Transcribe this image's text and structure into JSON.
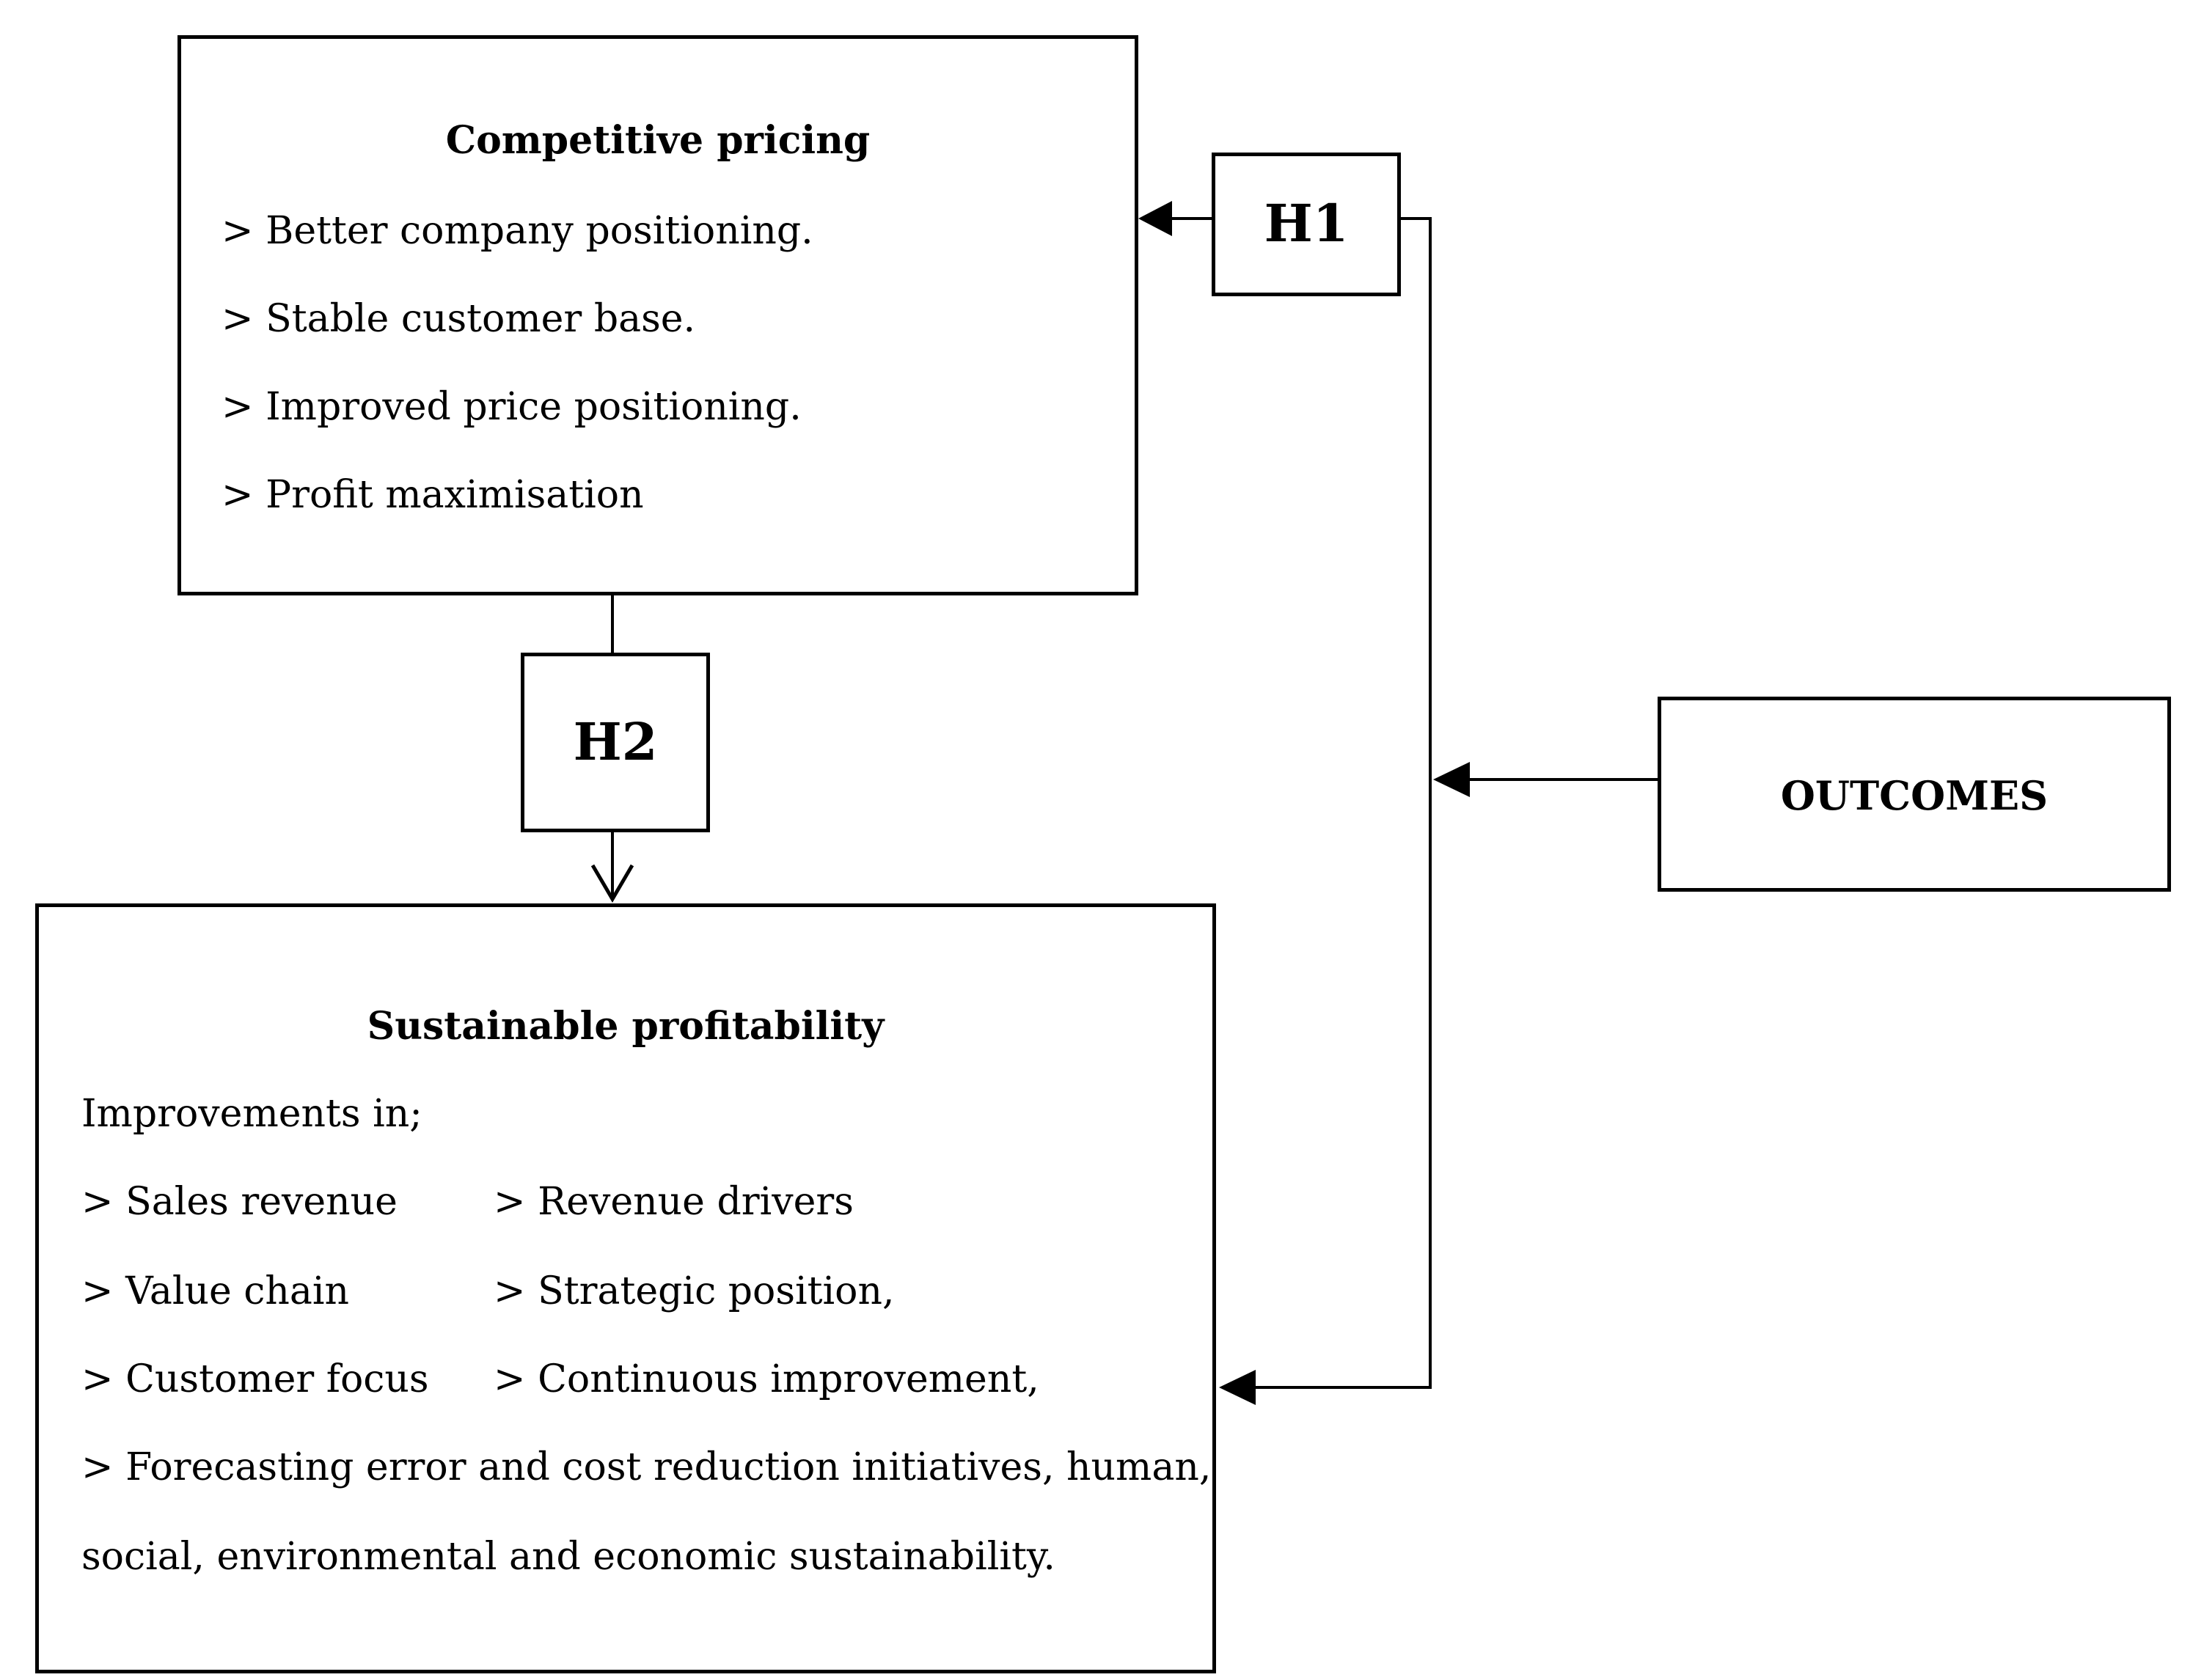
{
  "competitive_pricing": {
    "title": "Competitive pricing",
    "items": [
      "> Better company positioning.",
      "> Stable customer base.",
      "> Improved price positioning.",
      "> Profit maximisation"
    ]
  },
  "hypotheses": {
    "h1": "H1",
    "h2": "H2"
  },
  "outcomes": {
    "label": "OUTCOMES"
  },
  "sustainable_profitability": {
    "title": "Sustainable profitability",
    "intro": "Improvements in;",
    "left_items": [
      "> Sales revenue",
      "> Value chain",
      "> Customer focus"
    ],
    "right_items": [
      "> Revenue drivers",
      "> Strategic position,",
      "> Continuous improvement,"
    ],
    "final_lines": [
      "> Forecasting error and cost reduction initiatives, human,",
      "social, environmental and economic sustainability."
    ]
  }
}
